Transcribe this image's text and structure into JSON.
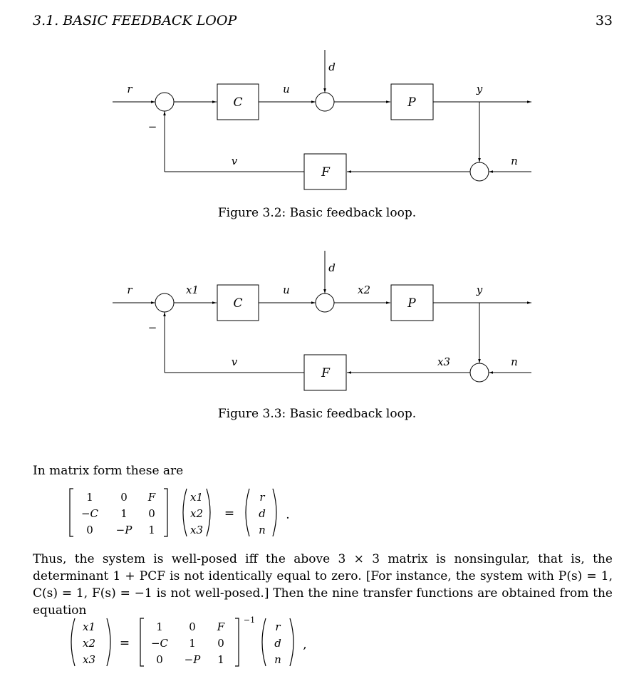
{
  "header": {
    "section": "3.1.  BASIC FEEDBACK LOOP",
    "page_number": "33"
  },
  "figure1": {
    "caption": "Figure 3.2: Basic feedback loop.",
    "blocks": {
      "c": "C",
      "p": "P",
      "f": "F"
    },
    "signals": {
      "r": "r",
      "u": "u",
      "d": "d",
      "y": "y",
      "v": "v",
      "n": "n",
      "minus": "−"
    }
  },
  "figure2": {
    "caption": "Figure 3.3: Basic feedback loop.",
    "blocks": {
      "c": "C",
      "p": "P",
      "f": "F"
    },
    "signals": {
      "r": "r",
      "x1": "x1",
      "u": "u",
      "d": "d",
      "x2": "x2",
      "y": "y",
      "v": "v",
      "x3": "x3",
      "n": "n",
      "minus": "−"
    }
  },
  "text": {
    "intro": "In matrix form these are",
    "para": "Thus, the system is well-posed iff the above 3 × 3 matrix is nonsingular, that is, the determinant 1 + PCF is not identically equal to zero.  [For instance, the system with P(s) = 1, C(s) = 1, F(s) = −1 is not well-posed.]  Then the nine transfer functions are obtained from the equation"
  },
  "equation1": {
    "matrix": [
      [
        "1",
        "0",
        "F"
      ],
      [
        "−C",
        "1",
        "0"
      ],
      [
        "0",
        "−P",
        "1"
      ]
    ],
    "x": [
      "x1",
      "x2",
      "x3"
    ],
    "rhs": [
      "r",
      "d",
      "n"
    ],
    "equals": "=",
    "end": "."
  },
  "equation2": {
    "x": [
      "x1",
      "x2",
      "x3"
    ],
    "matrix": [
      [
        "1",
        "0",
        "F"
      ],
      [
        "−C",
        "1",
        "0"
      ],
      [
        "0",
        "−P",
        "1"
      ]
    ],
    "exponent": "−1",
    "rhs": [
      "r",
      "d",
      "n"
    ],
    "equals": "=",
    "end": ","
  }
}
